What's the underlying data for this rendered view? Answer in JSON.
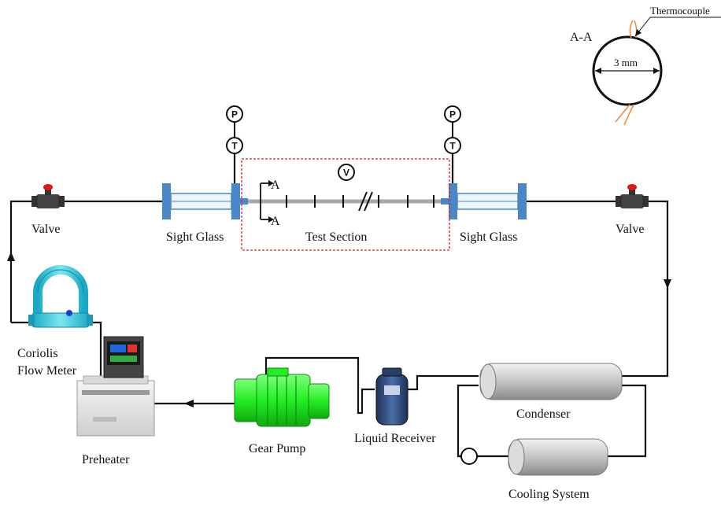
{
  "labels": {
    "valve_left": "Valve",
    "valve_right": "Valve",
    "sight_glass_left": "Sight Glass",
    "sight_glass_right": "Sight Glass",
    "test_section": "Test Section",
    "coriolis_line1": "Coriolis",
    "coriolis_line2": "Flow Meter",
    "preheater": "Preheater",
    "gear_pump": "Gear Pump",
    "liquid_receiver": "Liquid Receiver",
    "condenser": "Condenser",
    "cooling_system": "Cooling System",
    "section_title": "A-A",
    "diameter": "3 mm",
    "thermocouple": "Thermocouple",
    "section_marker_top": "A",
    "section_marker_bottom": "A"
  },
  "gauges": {
    "pressure": "P",
    "temperature": "T",
    "voltage": "V"
  },
  "colors": {
    "pipe": "#111111",
    "flange": "#4a86c8",
    "test_tube": "#a8a8a8",
    "test_box": "#e02020",
    "pump": "#22ee22",
    "coriolis": "#33ccdd",
    "thermocouple": "#e8893a"
  }
}
